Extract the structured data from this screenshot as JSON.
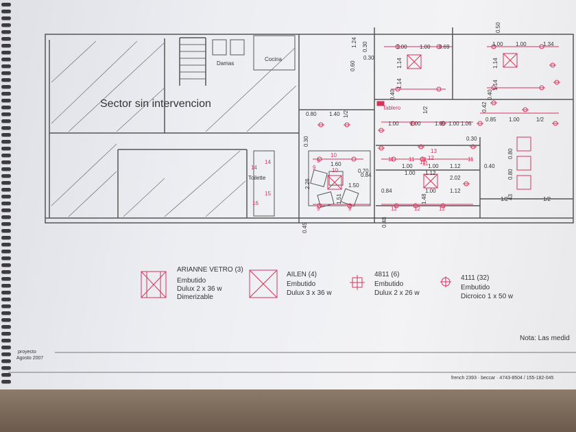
{
  "plan": {
    "sector_label": "Sector sin intervencion",
    "rooms": {
      "damas": "Damas",
      "cocina": "Cocina",
      "toilette": "Toilette",
      "tablero": "Tablero"
    },
    "dims": {
      "top_col1": [
        "1.00",
        "1.00",
        "0.69"
      ],
      "top_col2": [
        "1.00",
        "1.00",
        "1.34"
      ],
      "left_vert": [
        "1.24",
        "0.30",
        "0.60",
        "1.14",
        "1.14",
        "0.40"
      ],
      "right_vert": [
        "0.50",
        "1.14",
        "1.14",
        "0.40"
      ],
      "mid_row": [
        "0.80",
        "1.40",
        "1/2",
        "1/2"
      ],
      "row_100": [
        "1.00",
        "1.00",
        "1.00",
        "1.00",
        "1.06",
        "0.85",
        "1.00",
        "1/2"
      ],
      "row_lower": [
        "1.60",
        "0.70",
        "1.00",
        "1.00",
        "1.12",
        "0.40"
      ],
      "row_bottom": [
        "0.84",
        "1.50",
        "0.84",
        "1.00",
        "2.02",
        "1.12",
        "1.00",
        "1.12"
      ],
      "misc": [
        "0.30",
        "0.30",
        "2.26",
        "0.45",
        "0.48",
        "1.51",
        "1.48",
        "0.80",
        "0.80",
        "43",
        "1/2",
        "1/2",
        "0.30",
        "0.42"
      ],
      "circuits": [
        "10",
        "9",
        "9",
        "10",
        "9",
        "9",
        "11",
        "11",
        "11",
        "11",
        "12",
        "13",
        "11",
        "14",
        "14",
        "15",
        "16",
        "12",
        "12",
        "12",
        "12"
      ]
    }
  },
  "legend": [
    {
      "title": "ARIANNE VETRO (3)",
      "lines": [
        "Embutido",
        "Dulux 2 x 36 w",
        "Dimerizable"
      ],
      "symbol": "rect-cross"
    },
    {
      "title": "AILEN (4)",
      "lines": [
        "Embutido",
        "Dulux 3 x 36 w"
      ],
      "symbol": "square-cross"
    },
    {
      "title": "4811 (6)",
      "lines": [
        "Embutido",
        "Dulux 2 x 26 w"
      ],
      "symbol": "square-plus"
    },
    {
      "title": "4111 (32)",
      "lines": [
        "Embutido",
        "Dicroico 1  x  50 w"
      ],
      "symbol": "circle-plus"
    }
  ],
  "note": "Nota: Las medid",
  "title_block": {
    "project": "proyecto",
    "date": "Agosto 2007"
  },
  "footer": "french 2393 · beccar · 4743-8504 / 155-182-045",
  "colors": {
    "ink": "#3a3a3a",
    "red": "#d6335a",
    "paper": "#eceef2"
  }
}
